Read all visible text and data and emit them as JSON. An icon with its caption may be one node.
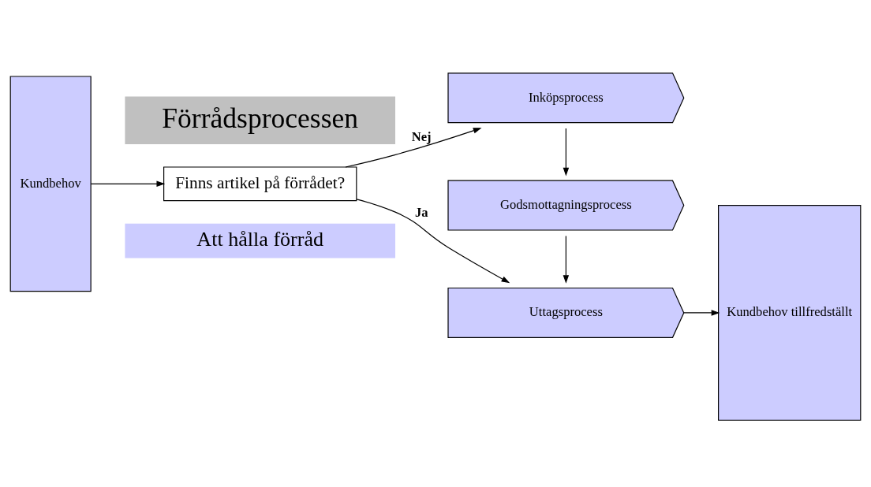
{
  "diagram": {
    "nodes": [
      {
        "text": [
          "Förrådsprocessen"
        ]
      },
      {
        "text": [
          "Kundbehov"
        ]
      },
      {
        "text": [
          "Finns artikel på förrådet?"
        ]
      },
      {
        "text": [
          "Inköpsprocess"
        ]
      },
      {
        "text": [
          "Godsmottagningsprocess"
        ]
      },
      {
        "text": [
          "Uttagsprocess"
        ]
      },
      {
        "text": [
          "Kundbehov tillfredställt"
        ]
      },
      {
        "text": [
          "Att hålla förråd"
        ]
      }
    ],
    "edges": [
      {
        "from": 1,
        "to": 2,
        "arrow": "to"
      },
      {
        "from": 2,
        "to": 3,
        "arrow": "to",
        "label": "Nej"
      },
      {
        "from": 2,
        "to": 5,
        "arrow": "to",
        "label": "Ja"
      },
      {
        "from": 3,
        "to": 4,
        "arrow": "to"
      },
      {
        "from": 4,
        "to": 5,
        "arrow": "to"
      },
      {
        "from": 5,
        "to": 6,
        "arrow": "to"
      }
    ]
  }
}
